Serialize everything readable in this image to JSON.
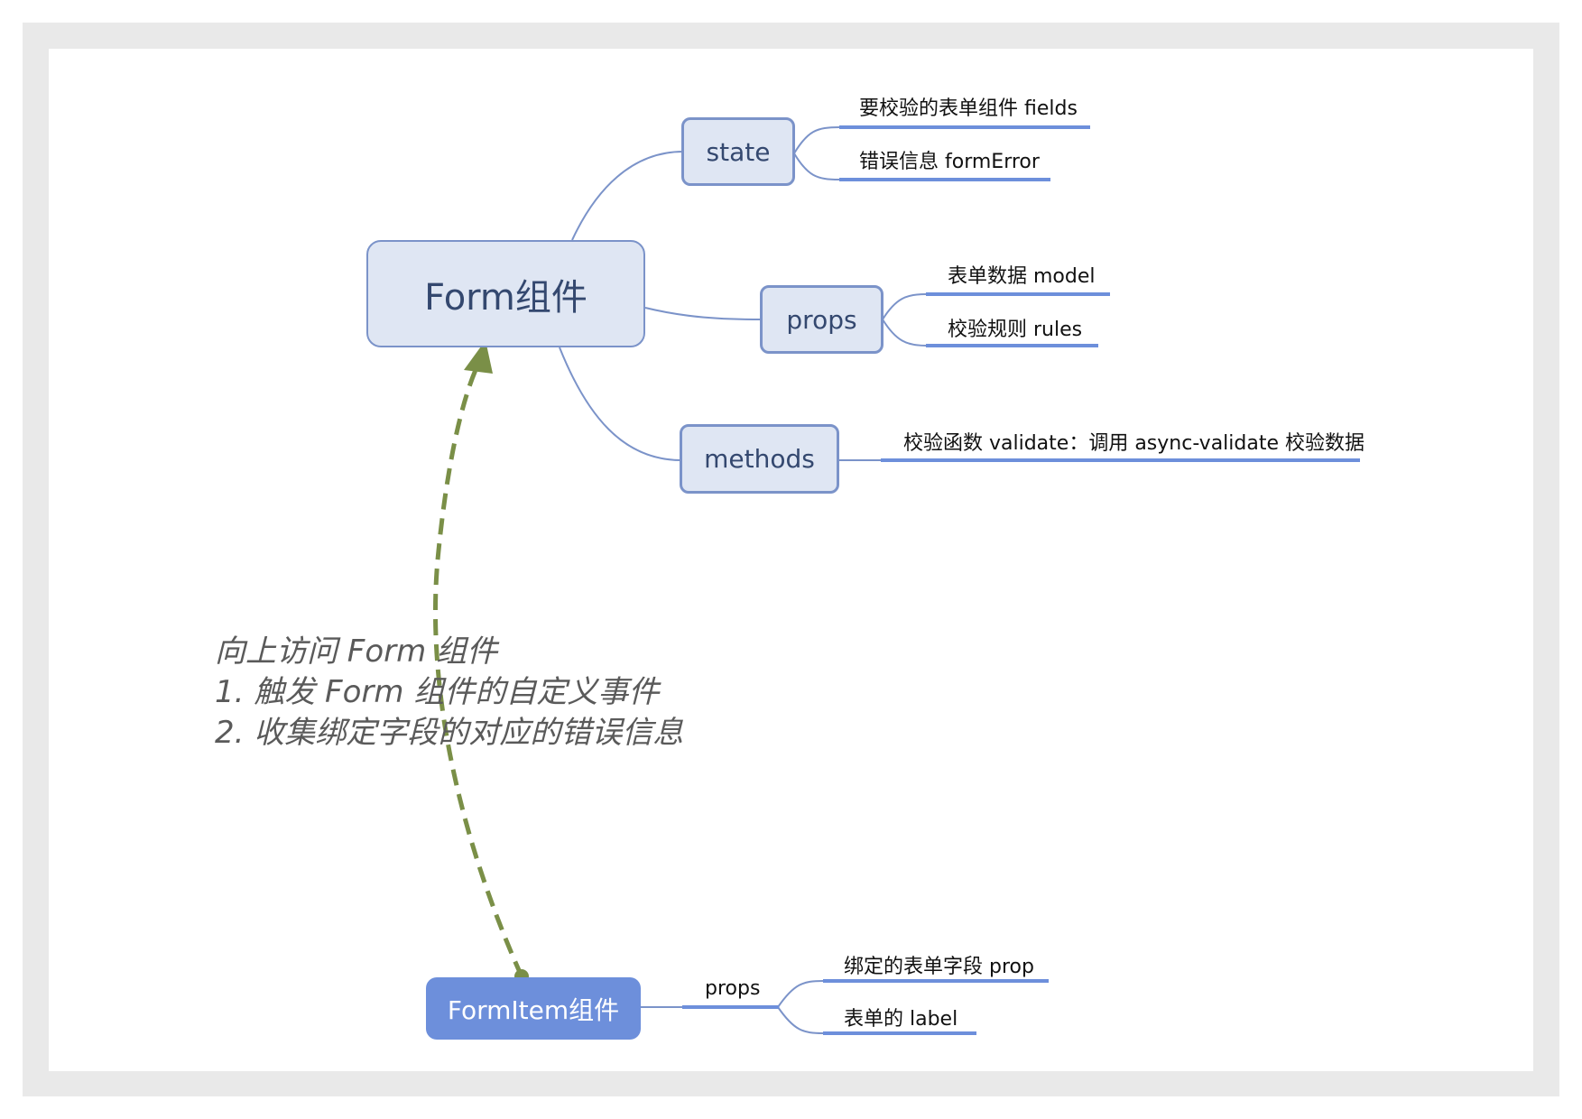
{
  "root": {
    "label": "Form组件"
  },
  "children": [
    {
      "key": "state",
      "label": "state",
      "leaves": [
        "要校验的表单组件 fields",
        "错误信息 formError"
      ]
    },
    {
      "key": "props",
      "label": "props",
      "leaves": [
        "表单数据 model",
        "校验规则 rules"
      ]
    },
    {
      "key": "methods",
      "label": "methods",
      "leaves": [
        "校验函数 validate：调用 async-validate 校验数据"
      ]
    }
  ],
  "formitem": {
    "label": "FormItem组件",
    "branch_label": "props",
    "leaves": [
      "绑定的表单字段 prop",
      "表单的 label"
    ]
  },
  "callout": {
    "lines": [
      "向上访问 Form 组件",
      "1. 触发 Form 组件的自定义事件",
      "2. 收集绑定字段的对应的错误信息"
    ]
  },
  "colors": {
    "connector": "#7b93c9",
    "node_fill": "#dfe6f3",
    "leaf_underline": "#6d8fdb",
    "formitem_fill": "#6d8fdb",
    "arrow": "#7a8f47"
  }
}
